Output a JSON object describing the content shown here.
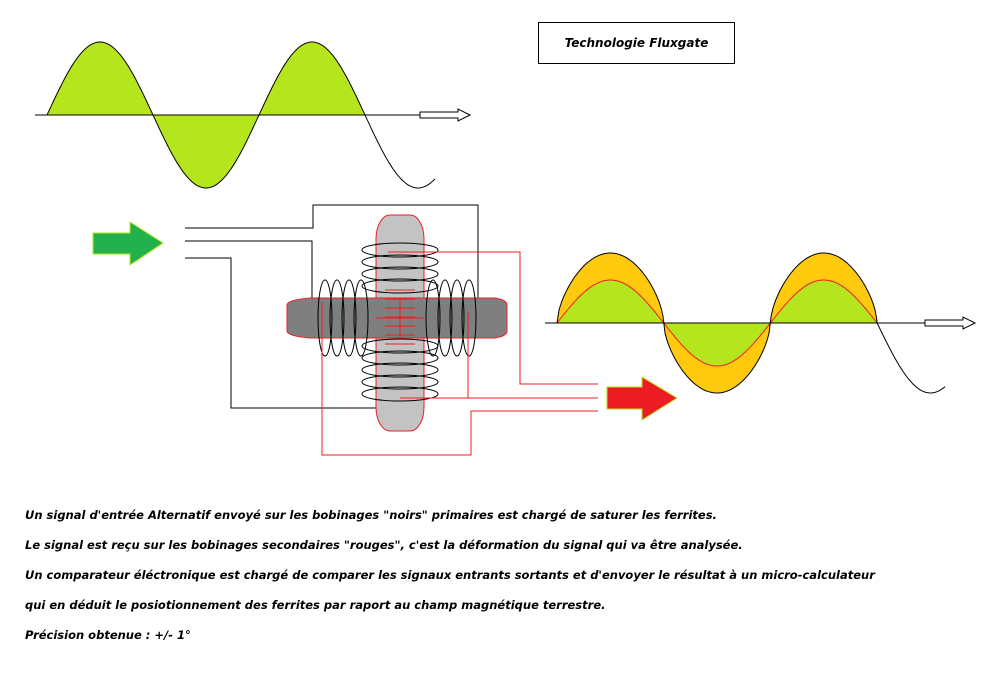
{
  "title": "Technologie Fluxgate",
  "description": [
    "Un signal d'entrée Alternatif envoyé sur les bobinages \"noirs\" primaires est chargé de saturer les ferrites.",
    "Le signal est reçu sur les bobinages secondaires \"rouges\", c'est la déformation du signal qui va être analysée.",
    "Un comparateur éléctronique est chargé de comparer les signaux entrants sortants et d'envoyer le résultat à un micro-calculateur",
    "qui en déduit le posiotionnement des ferrites par raport au champ magnétique terrestre.",
    "Précision obtenue :  +/- 1°"
  ],
  "colors": {
    "signal_green": "#B5E61D",
    "signal_orange": "#FFC90E",
    "input_arrow": "#22B14C",
    "output_arrow": "#ED1C24",
    "secondary_wire": "#ED1C24",
    "primary_wire": "#000000",
    "ferrite_vertical": "#C3C3C3",
    "ferrite_horizontal": "#7F7F7F"
  }
}
